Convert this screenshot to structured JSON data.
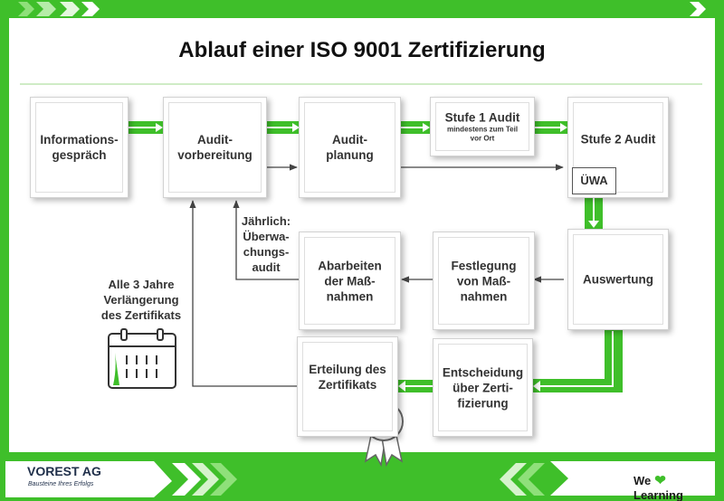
{
  "title": "Ablauf einer ISO 9001 Zertifizierung",
  "boxes": {
    "informationsgespraech": [
      "Informations-",
      "gespräch"
    ],
    "auditvorbereitung": [
      "Audit-",
      "vorbereitung"
    ],
    "auditplanung": [
      "Audit-",
      "planung"
    ],
    "stufe1": {
      "title": "Stufe 1 Audit",
      "sub": [
        "mindestens zum Teil",
        "vor Ort"
      ]
    },
    "stufe2": [
      "Stufe 2 Audit"
    ],
    "uewa": "ÜWA",
    "auswertung": [
      "Auswertung"
    ],
    "festlegung": [
      "Festlegung",
      "von Maß-",
      "nahmen"
    ],
    "abarbeiten": [
      "Abarbeiten",
      "der Maß-",
      "nahmen"
    ],
    "entscheidung": [
      "Entscheidung",
      "über Zerti-",
      "fizierung"
    ],
    "erteilung": [
      "Erteilung des",
      "Zertifikats"
    ]
  },
  "labels": {
    "jaehrlich": [
      "Jährlich:",
      "Überwa-",
      "chungs-",
      "audit"
    ],
    "alle3jahre": [
      "Alle 3 Jahre",
      "Verlängerung",
      "des Zertifikats"
    ]
  },
  "footer": {
    "logo": "VOREST AG",
    "logo_sub": "Bausteine Ihres Erfolgs",
    "slogan_we": "We",
    "slogan_learning": "Learning"
  },
  "colors": {
    "accent": "#3fbf2a",
    "accent_light": "#8fe07a",
    "arrow_gray": "#444444",
    "text": "#333333"
  },
  "icons": [
    "calendar-icon",
    "certificate-seal-icon",
    "heart-icon"
  ]
}
